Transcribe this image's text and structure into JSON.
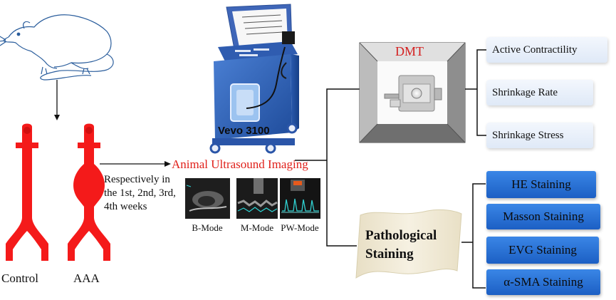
{
  "vessels": {
    "control_label": "Control",
    "aaa_label": "AAA"
  },
  "timeline_text": "Respectively in the 1st, 2nd, 3rd, 4th weeks",
  "device": {
    "name": "Vevo 3100"
  },
  "imaging": {
    "title": "Animal Ultrasound Imaging",
    "modes": [
      "B-Mode",
      "M-Mode",
      "PW-Mode"
    ]
  },
  "dmt": {
    "title": "DMT",
    "outputs": [
      "Active Contractility",
      "Shrinkage Rate",
      "Shrinkage Stress"
    ]
  },
  "pathology": {
    "title": "Pathological Staining",
    "stains": [
      "HE Staining",
      "Masson Staining",
      "EVG Staining",
      "α-SMA Staining"
    ]
  },
  "colors": {
    "aorta": "#f41a1a",
    "device_blue": "#2d5fb4",
    "stain_box": "#2a72d8",
    "output_box": "#e6eefa",
    "imaging_title": "#e0201a",
    "dmt_title": "#d42020",
    "rat_outline": "#2a5d9c"
  },
  "icons": [
    "rat-illustration",
    "aorta-illustration",
    "ultrasound-machine-illustration",
    "dmt-device-photo",
    "scroll-shape"
  ]
}
